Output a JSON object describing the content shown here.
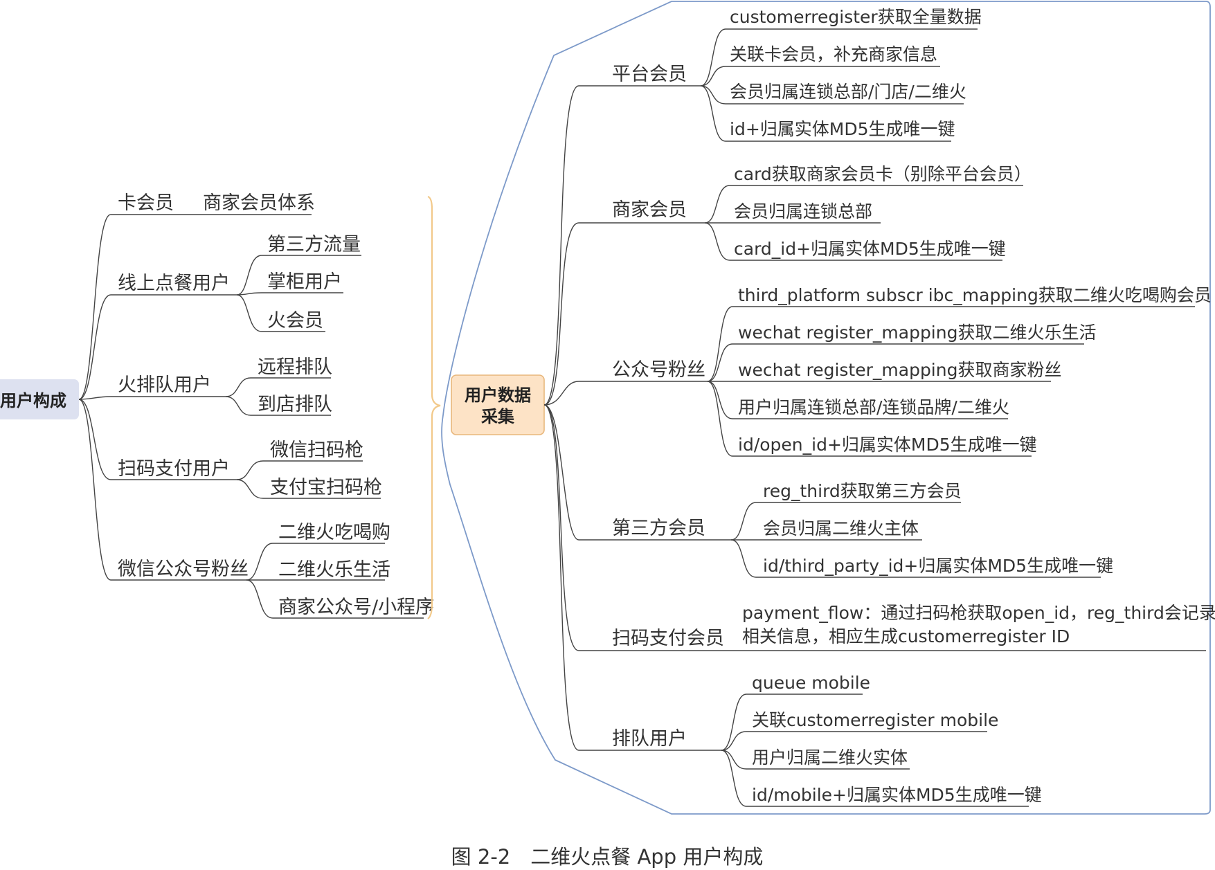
{
  "left": {
    "root": "用户构成",
    "branches": [
      {
        "label": "卡会员",
        "sub": "商家会员体系"
      },
      {
        "label": "线上点餐用户",
        "leaves": [
          "第三方流量",
          "掌柜用户",
          "火会员"
        ]
      },
      {
        "label": "火排队用户",
        "leaves": [
          "远程排队",
          "到店排队"
        ]
      },
      {
        "label": "扫码支付用户",
        "leaves": [
          "微信扫码枪",
          "支付宝扫码枪"
        ]
      },
      {
        "label": "微信公众号粉丝",
        "leaves": [
          "二维火吃喝购",
          "二维火乐生活",
          "商家公众号/小程序"
        ]
      }
    ]
  },
  "right": {
    "root_line1": "用户数据",
    "root_line2": "采集",
    "branches": [
      {
        "label": "平台会员",
        "leaves": [
          "customerregister获取全量数据",
          "关联卡会员，补充商家信息",
          "会员归属连锁总部/门店/二维火",
          "id+归属实体MD5生成唯一键"
        ]
      },
      {
        "label": "商家会员",
        "leaves": [
          "card获取商家会员卡（别除平台会员）",
          "会员归属连锁总部",
          "card_id+归属实体MD5生成唯一键"
        ]
      },
      {
        "label": "公众号粉丝",
        "leaves": [
          "third_platform subscr ibc_mapping获取二维火吃喝购会员",
          "wechat register_mapping获取二维火乐生活",
          "wechat register_mapping获取商家粉丝",
          "用户归属连锁总部/连锁品牌/二维火",
          "id/open_id+归属实体MD5生成唯一键"
        ]
      },
      {
        "label": "第三方会员",
        "leaves": [
          "reg_third获取第三方会员",
          "会员归属二维火主体",
          "id/third_party_id+归属实体MD5生成唯一键"
        ]
      },
      {
        "label": "扫码支付会员",
        "note_line1": "payment_flow：通过扫码枪获取open_id，reg_third会记录",
        "note_line2": "相关信息，相应生成customerregister ID"
      },
      {
        "label": "排队用户",
        "leaves": [
          "queue mobile",
          "关联customerregister mobile",
          "用户归属二维火实体",
          "id/mobile+归属实体MD5生成唯一键"
        ]
      }
    ]
  },
  "caption": "图 2-2　二维火点餐 App 用户构成",
  "colors": {
    "left_root_fill": "#dde1f0",
    "right_root_fill": "#fde3c6",
    "right_root_stroke": "#e8b77c",
    "brace": "#f2c98a",
    "frame": "#7d9ac9"
  }
}
